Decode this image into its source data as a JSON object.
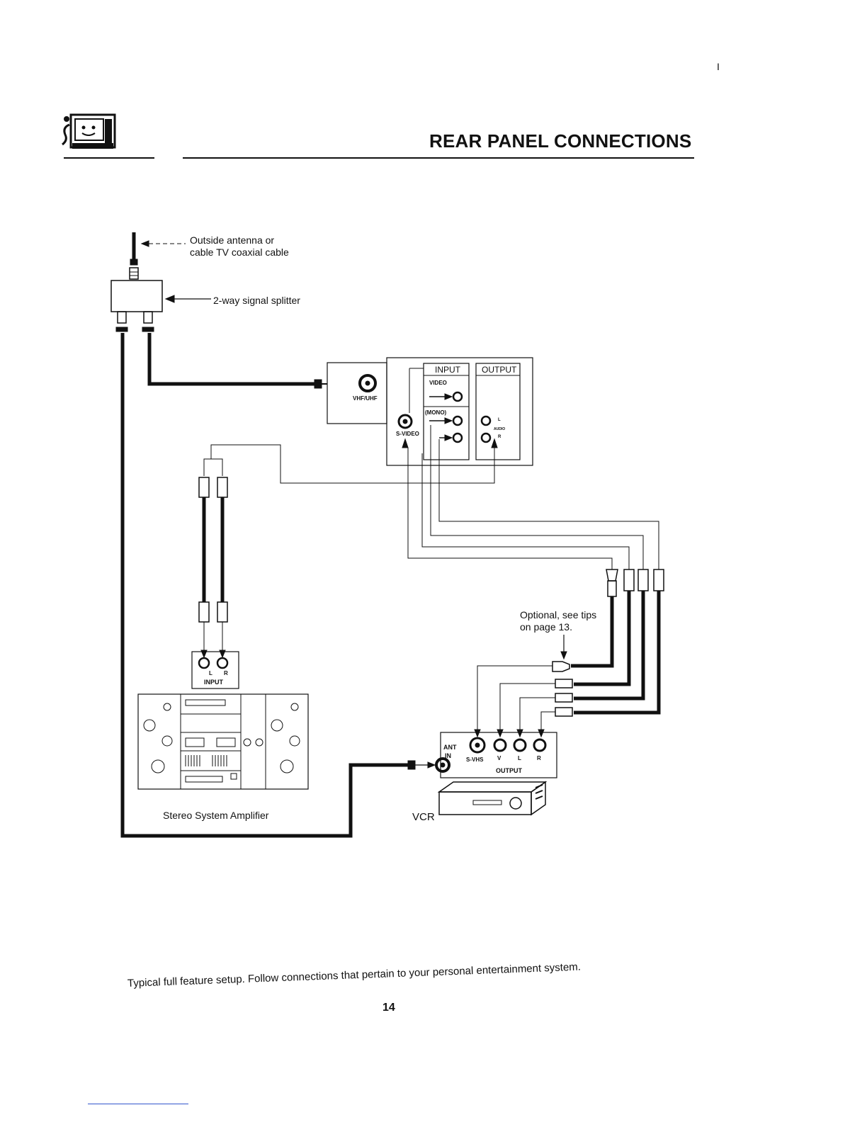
{
  "header": {
    "title": "REAR PANEL CONNECTIONS",
    "logo_icon": "tv-mascot-icon"
  },
  "corner_mark": "I",
  "diagram": {
    "antenna_label_line1": "Outside antenna or",
    "antenna_label_line2": "cable TV coaxial cable",
    "splitter_label": "2-way signal splitter",
    "tv_panel": {
      "vhf_uhf": "VHF/UHF",
      "input_header": "INPUT",
      "output_header": "OUTPUT",
      "video": "VIDEO",
      "mono": "(MONO)",
      "svideo": "S-VIDEO",
      "audio": "AUDIO",
      "l": "L",
      "r": "R"
    },
    "optional_note_line1": "Optional, see tips",
    "optional_note_line2": "on page 13.",
    "amp_input": {
      "l": "L",
      "r": "R",
      "input": "INPUT"
    },
    "stereo_label": "Stereo System Amplifier",
    "vcr_panel": {
      "ant": "ANT",
      "in": "IN",
      "svhs": "S-VHS",
      "v": "V",
      "l": "L",
      "r": "R",
      "output": "OUTPUT"
    },
    "vcr_label": "VCR"
  },
  "caption": "Typical full feature setup.  Follow connections that pertain to your personal entertainment system.",
  "page_number": "14"
}
